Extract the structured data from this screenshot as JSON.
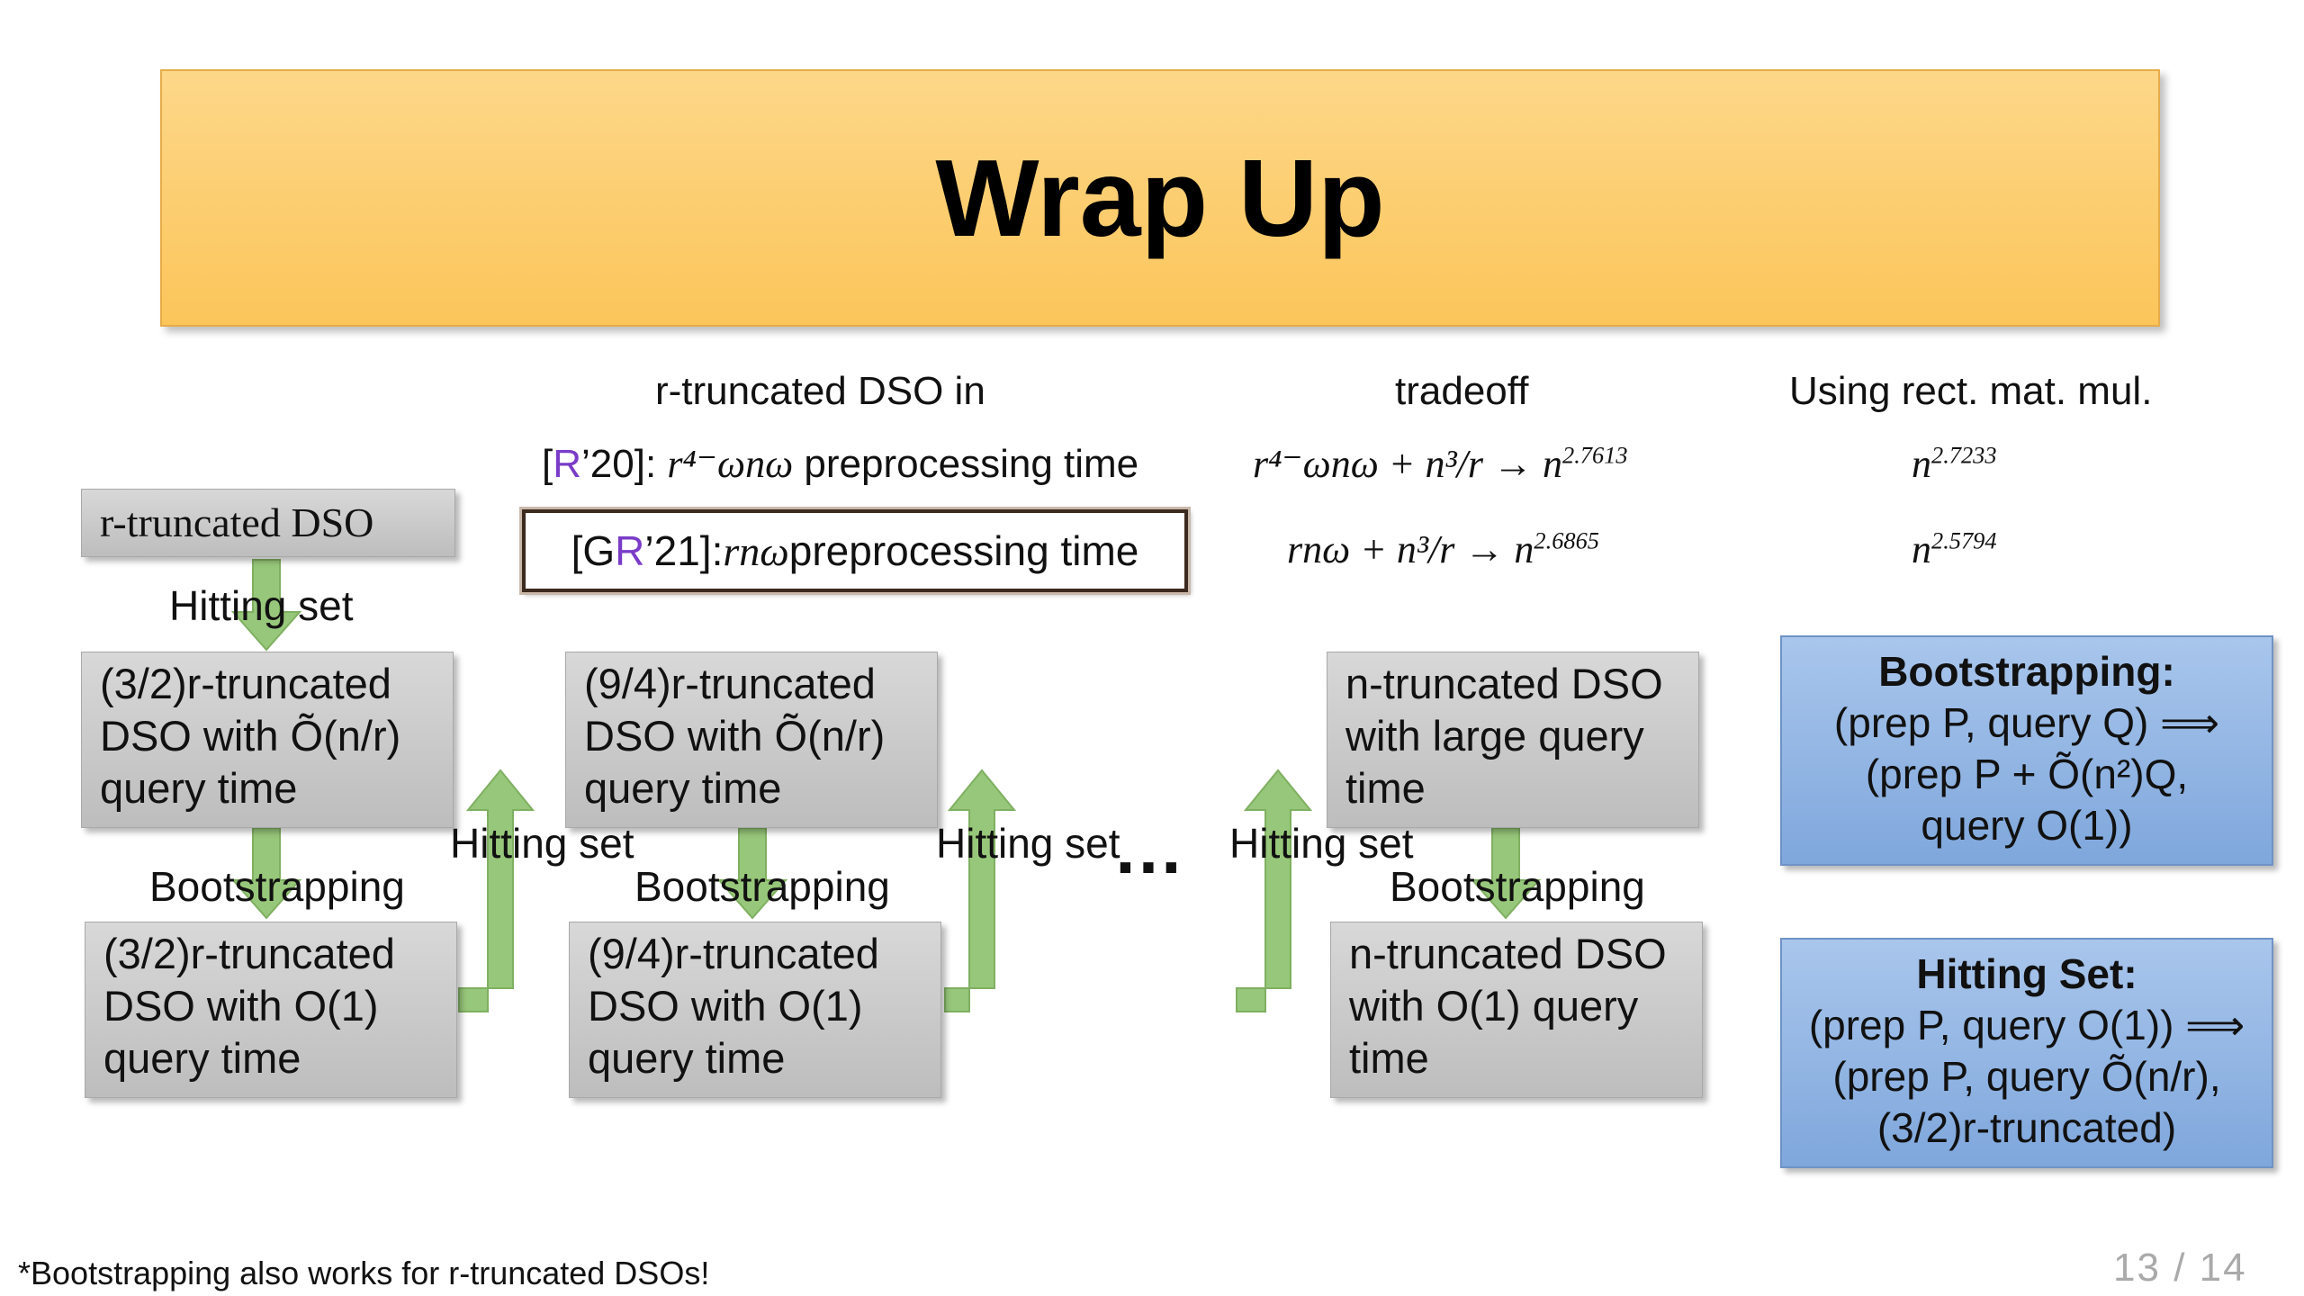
{
  "title": "Wrap Up",
  "header": {
    "col1": "r-truncated DSO in",
    "col2": "tradeoff",
    "col3": "Using rect. mat. mul."
  },
  "rows": {
    "r20": {
      "cite_open": "[",
      "cite_author": "R",
      "cite_year": "’20]: ",
      "bound": "r⁴⁻ωnω",
      "suffix": " preprocessing time",
      "tradeoff": "r⁴⁻ωnω + n³/r → n",
      "tradeoff_exp": "2.7613",
      "rect_base": "n",
      "rect_exp": "2.7233"
    },
    "gr21": {
      "cite_open": "[G",
      "cite_author": "R",
      "cite_year": "’21]: ",
      "bound": "rnω",
      "suffix": " preprocessing time",
      "tradeoff": "rnω + n³/r → n",
      "tradeoff_exp": "2.6865",
      "rect_base": "n",
      "rect_exp": "2.5794"
    }
  },
  "boxes": {
    "start": "r-truncated DSO",
    "b1": [
      "(3/2)r-truncated",
      "DSO with Õ(n/r)",
      "query time"
    ],
    "b2": [
      "(3/2)r-truncated",
      "DSO with O(1)",
      "query time"
    ],
    "b3": [
      "(9/4)r-truncated",
      "DSO with Õ(n/r)",
      "query time"
    ],
    "b4": [
      "(9/4)r-truncated",
      "DSO with O(1)",
      "query time"
    ],
    "b5": [
      "n-truncated DSO",
      "with large query",
      "time"
    ],
    "b6": [
      "n-truncated DSO",
      "with O(1) query",
      "time"
    ]
  },
  "labels": {
    "hitting_set": "Hitting set",
    "bootstrapping": "Bootstrapping",
    "ellipsis": "…"
  },
  "legend": {
    "bootstrapping": {
      "heading": "Bootstrapping:",
      "lines": [
        "(prep P, query Q) ⟹",
        "(prep P + Õ(n²)Q,",
        "query O(1))"
      ]
    },
    "hitting": {
      "heading": "Hitting Set:",
      "lines": [
        "(prep P, query O(1)) ⟹",
        "(prep P, query Õ(n/r),",
        "(3/2)r-truncated)"
      ]
    }
  },
  "footnote": "*Bootstrapping also works for r-truncated DSOs!",
  "page": {
    "current": "13",
    "separator": "/",
    "total": "14"
  },
  "colors": {
    "banner": "#fbc55a",
    "box": "#c8c8c8",
    "legend": "#94b6e4",
    "arrow": "#97c77a"
  }
}
